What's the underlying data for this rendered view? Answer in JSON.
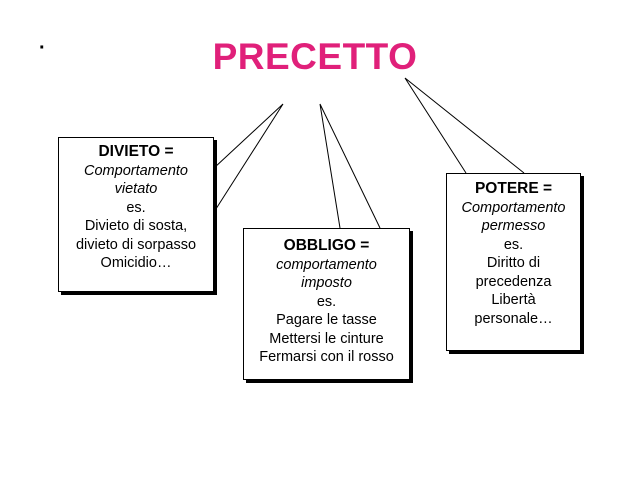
{
  "bullet": "·",
  "title": "PRECETTO",
  "colors": {
    "title": "#e0207a",
    "border": "#000000"
  },
  "divieto": {
    "head": "DIVIETO =",
    "def": [
      "Comportamento",
      "vietato"
    ],
    "lines": [
      "es.",
      "Divieto di sosta,",
      "divieto di sorpasso",
      "Omicidio…"
    ]
  },
  "obbligo": {
    "head": "OBBLIGO =",
    "def": [
      "comportamento",
      "imposto"
    ],
    "lines": [
      "es.",
      "Pagare le tasse",
      "Mettersi le  cinture",
      "Fermarsi con il rosso"
    ]
  },
  "potere": {
    "head": "POTERE =",
    "def": [
      "Comportamento",
      "permesso"
    ],
    "lines": [
      "es.",
      "Diritto di",
      "precedenza",
      "Libertà",
      "personale…"
    ]
  }
}
